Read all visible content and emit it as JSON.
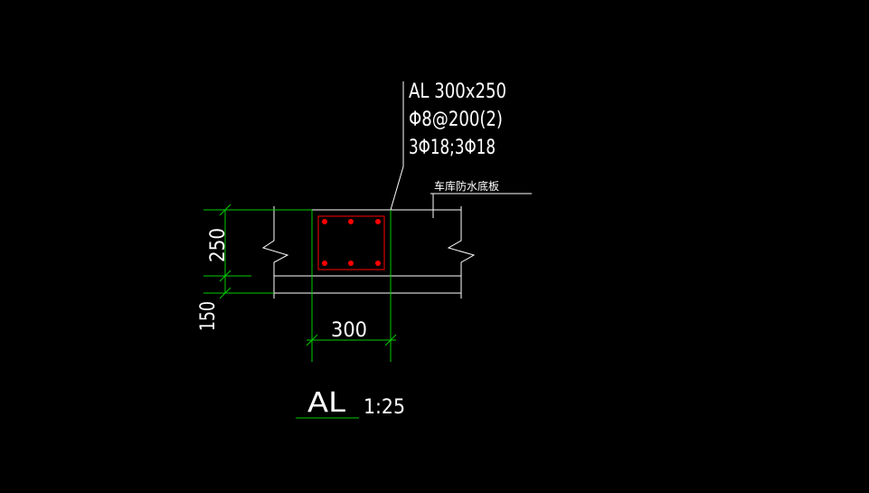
{
  "colors": {
    "background": "#000000",
    "outline": "#ffffff",
    "dimension": "#00cc00",
    "rebar": "#ff0000"
  },
  "annotation": {
    "line1": "AL 300x250",
    "line2": "Φ8@200(2)",
    "line3": "3Φ18;3Φ18"
  },
  "slab_label": "车库防水底板",
  "dimensions": {
    "height_beam": "250",
    "height_slab": "150",
    "width_beam": "300"
  },
  "section_title": {
    "name": "AL",
    "scale": "1:25"
  }
}
